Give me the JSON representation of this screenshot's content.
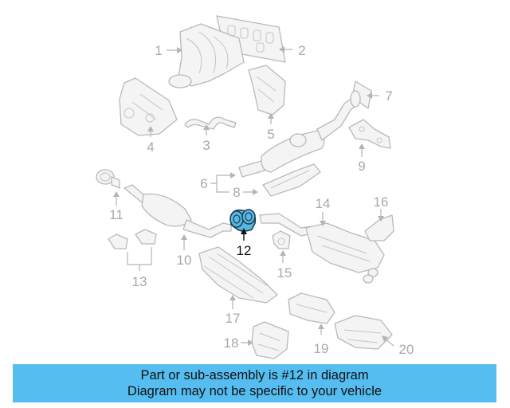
{
  "diagram": {
    "callouts": [
      {
        "number": "1"
      },
      {
        "number": "2"
      },
      {
        "number": "3"
      },
      {
        "number": "4"
      },
      {
        "number": "5"
      },
      {
        "number": "6"
      },
      {
        "number": "7"
      },
      {
        "number": "8"
      },
      {
        "number": "9"
      },
      {
        "number": "10"
      },
      {
        "number": "11"
      },
      {
        "number": "12"
      },
      {
        "number": "13"
      },
      {
        "number": "14"
      },
      {
        "number": "15"
      },
      {
        "number": "16"
      },
      {
        "number": "17"
      },
      {
        "number": "18"
      },
      {
        "number": "19"
      },
      {
        "number": "20"
      }
    ],
    "highlighted_part": "12",
    "colors": {
      "highlight_fill": "#59b8df",
      "highlight_stroke": "#1b3f5a",
      "part_outline": "#b9b9b9",
      "banner": "#55bdf0"
    }
  },
  "banner": {
    "line1": "Part or sub-assembly is #12 in diagram",
    "line2": "Diagram may not be specific to your vehicle"
  }
}
